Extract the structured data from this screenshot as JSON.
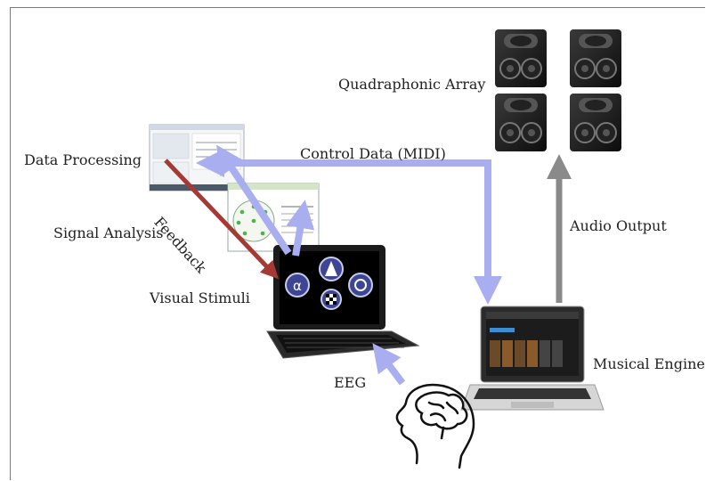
{
  "labels": {
    "quadraphonic_array": "Quadraphonic Array",
    "control_data": "Control Data (MIDI)",
    "data_processing": "Data Processing",
    "feedback": "Feedback",
    "signal_analysis": "Signal Analysis",
    "audio_output": "Audio Output",
    "visual_stimuli": "Visual Stimuli",
    "musical_engine": "Musical Engine",
    "eeg": "EEG"
  },
  "colors": {
    "control_arrow": "#a9aef0",
    "feedback_arrow": "#a53a35",
    "audio_arrow": "#8a8a8a",
    "stimulus_circle": "#3d4695"
  },
  "icons": {
    "speakers": "speaker-icon",
    "screens": "monitor-screenshot-icon",
    "netbook": "netbook-icon",
    "laptop": "laptop-icon",
    "head": "human-head-brain-icon"
  }
}
